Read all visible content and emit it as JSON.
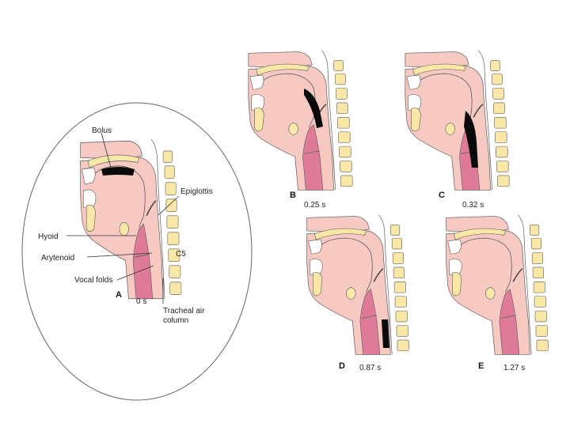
{
  "panels": [
    {
      "letter": "A",
      "time": "0 s"
    },
    {
      "letter": "B",
      "time": "0.25 s"
    },
    {
      "letter": "C",
      "time": "0.32 s"
    },
    {
      "letter": "D",
      "time": "0.87 s"
    },
    {
      "letter": "E",
      "time": "1.27 s"
    }
  ],
  "labels": {
    "bolus": "Bolus",
    "epiglottis": "Epiglottis",
    "hyoid": "Hyoid",
    "arytenoid": "Arytenoid",
    "vocal_folds": "Vocal folds",
    "tracheal_air_line1": "Tracheal air",
    "tracheal_air_line2": "column",
    "vertebra": "C5"
  },
  "colors": {
    "tissue": "#f6c9c2",
    "airway": "#dd7b98",
    "bone": "#f8e7a6",
    "bolus": "#0a0a0a"
  }
}
